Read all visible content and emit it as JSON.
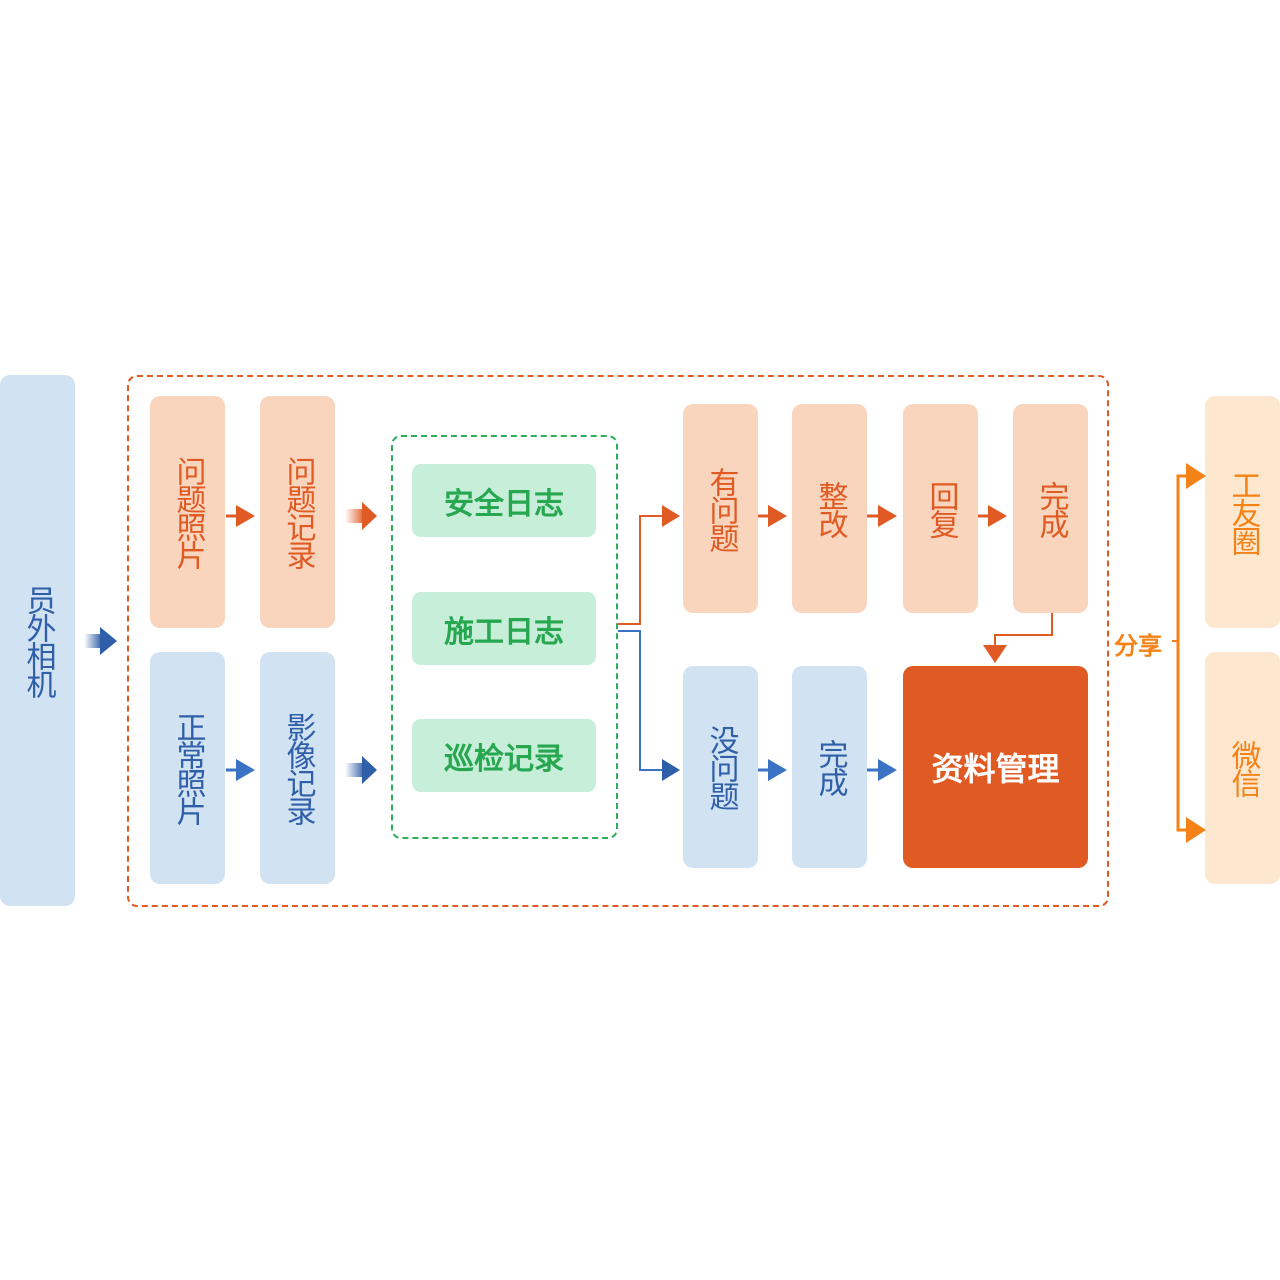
{
  "source": {
    "label": "员外相机"
  },
  "input": {
    "problem_photo": "问题照片",
    "problem_record": "问题记录",
    "normal_photo": "正常照片",
    "image_record": "影像记录"
  },
  "logs": [
    {
      "label": "安全日志"
    },
    {
      "label": "施工日志"
    },
    {
      "label": "巡检记录"
    }
  ],
  "problem_flow": [
    "有问题",
    "整改",
    "回复",
    "完成"
  ],
  "ok_flow": [
    "没问题",
    "完成"
  ],
  "management": {
    "label": "资料管理"
  },
  "share": {
    "label": "分享",
    "targets": [
      "工友圈",
      "微信"
    ]
  },
  "colors": {
    "orange": "#e05a24",
    "blue": "#2f5fa8",
    "green": "#27a74f",
    "share_orange": "#f58216"
  }
}
